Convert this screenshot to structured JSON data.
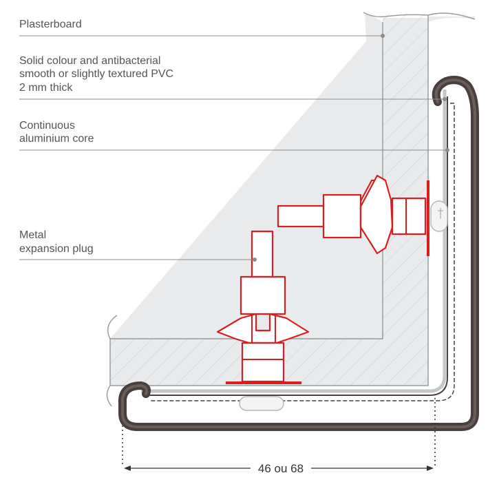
{
  "labels": {
    "plasterboard": "Plasterboard",
    "pvc": [
      "Solid colour and antibacterial",
      "smooth or slightly textured PVC",
      "2 mm thick"
    ],
    "core": [
      "Continuous",
      "aluminium core"
    ],
    "plug": [
      "Metal",
      "expansion plug"
    ]
  },
  "dimension": {
    "text": "46 ou 68"
  },
  "colors": {
    "pvc_profile": "#4a3f3c",
    "aluminium_core": "#c4c6c8",
    "plug": "#d81e1e",
    "wall_fill": "#e9eaec"
  }
}
